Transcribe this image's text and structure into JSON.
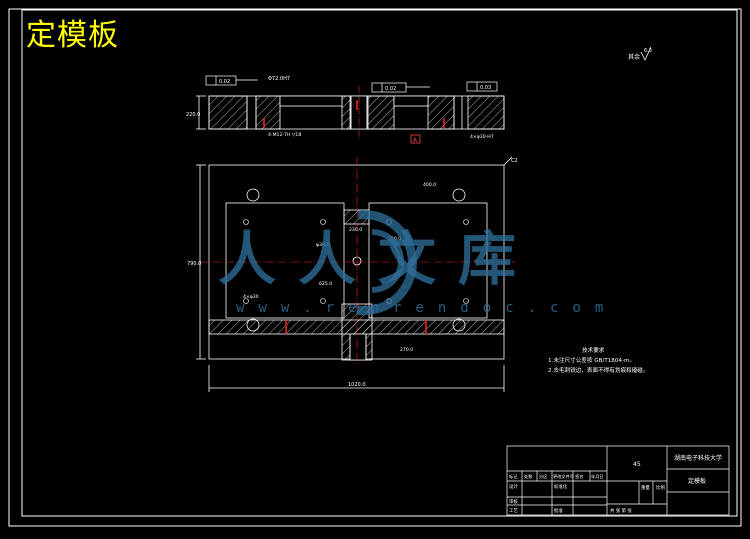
{
  "drawing": {
    "title": "定模板",
    "roughness_symbol": "其余",
    "roughness_value": "6.3",
    "dims": {
      "overall_width": "1020.0",
      "overall_height": "790.0",
      "top_thickness": "220.0",
      "corner_tag": "C2",
      "dim_a": "400.0",
      "dim_b": "230.0",
      "dim_c": "350.0",
      "dim_d": "625.0",
      "dim_e": "270.0",
      "hole_spec": "4-M12-7H ▽18",
      "hole_spec2": "4×φ30-H7",
      "callout_a": "Φ72.0H7",
      "callout_b": "4×φ30",
      "callout_c": "φ38.0",
      "datum": "A",
      "tol_1": "0.02",
      "tol_2": "0.02",
      "tol_3": "0.03"
    },
    "watermark": {
      "text": "人人文库",
      "url": "www.renrendoc.com"
    },
    "notes": {
      "heading": "技术要求",
      "line1": "1.未注尺寸公差按 GB/T1804-m。",
      "line2": "2.去毛刺锐边，表面不得有划痕和磕碰。"
    },
    "title_block": {
      "school": "湖南电子科技大学",
      "drawing_name": "定模板",
      "material": "45",
      "scale_label": "比例",
      "weight_label": "重量",
      "sheet_label": "共  张  第  张",
      "designer": "设计",
      "checker": "审核",
      "craft": "工艺",
      "approve": "批准",
      "standard": "标准化",
      "rev_labels": [
        "标记",
        "处数",
        "分区",
        "更改文件号",
        "签名",
        "年月日"
      ]
    }
  }
}
